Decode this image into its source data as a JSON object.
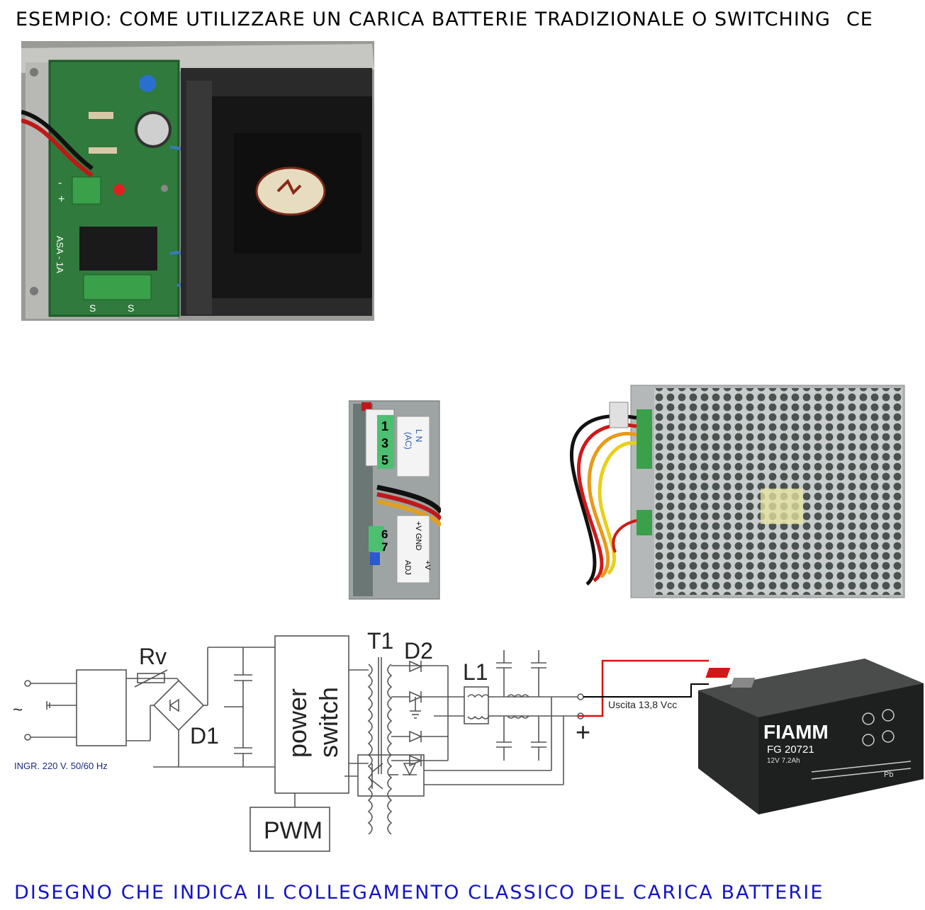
{
  "header": {
    "title": "ESEMPIO: COME UTILIZZARE UN CARICA BATTERIE TRADIZIONALE O SWITCHING",
    "ce_mark": "CE"
  },
  "photo_traditional": {
    "pcb_label": "ASA - 1A",
    "terminal_minus": "-",
    "terminal_plus": "+",
    "ac_marks": [
      "S",
      "S"
    ]
  },
  "photo_switching_side": {
    "input_numbers": [
      "1",
      "3",
      "5"
    ],
    "input_labels": [
      "L  N",
      "(AC)"
    ],
    "output_numbers": [
      "6",
      "7"
    ],
    "output_labels": [
      "+V GND",
      "+V",
      "ADJ"
    ]
  },
  "schematic": {
    "labels": {
      "varistor": "Rv",
      "bridge": "D1",
      "transformer": "T1",
      "diodes": "D2",
      "inductor": "L1",
      "power_switch_1": "power",
      "power_switch_2": "switch",
      "pwm": "PWM",
      "input": "INGR. 220 V. 50/60 Hz",
      "output": "Uscita 13,8 Vcc",
      "plus": "+",
      "ac_symbol": "~"
    },
    "colors": {
      "positive": "#dd1010",
      "negative": "#000000"
    }
  },
  "battery": {
    "brand": "FIAMM",
    "model": "FG 20721",
    "spec": "12V 7.2Ah",
    "pb": "Pb"
  },
  "footer": {
    "title": "DISEGNO CHE INDICA IL COLLEGAMENTO CLASSICO DEL CARICA BATTERIE"
  }
}
